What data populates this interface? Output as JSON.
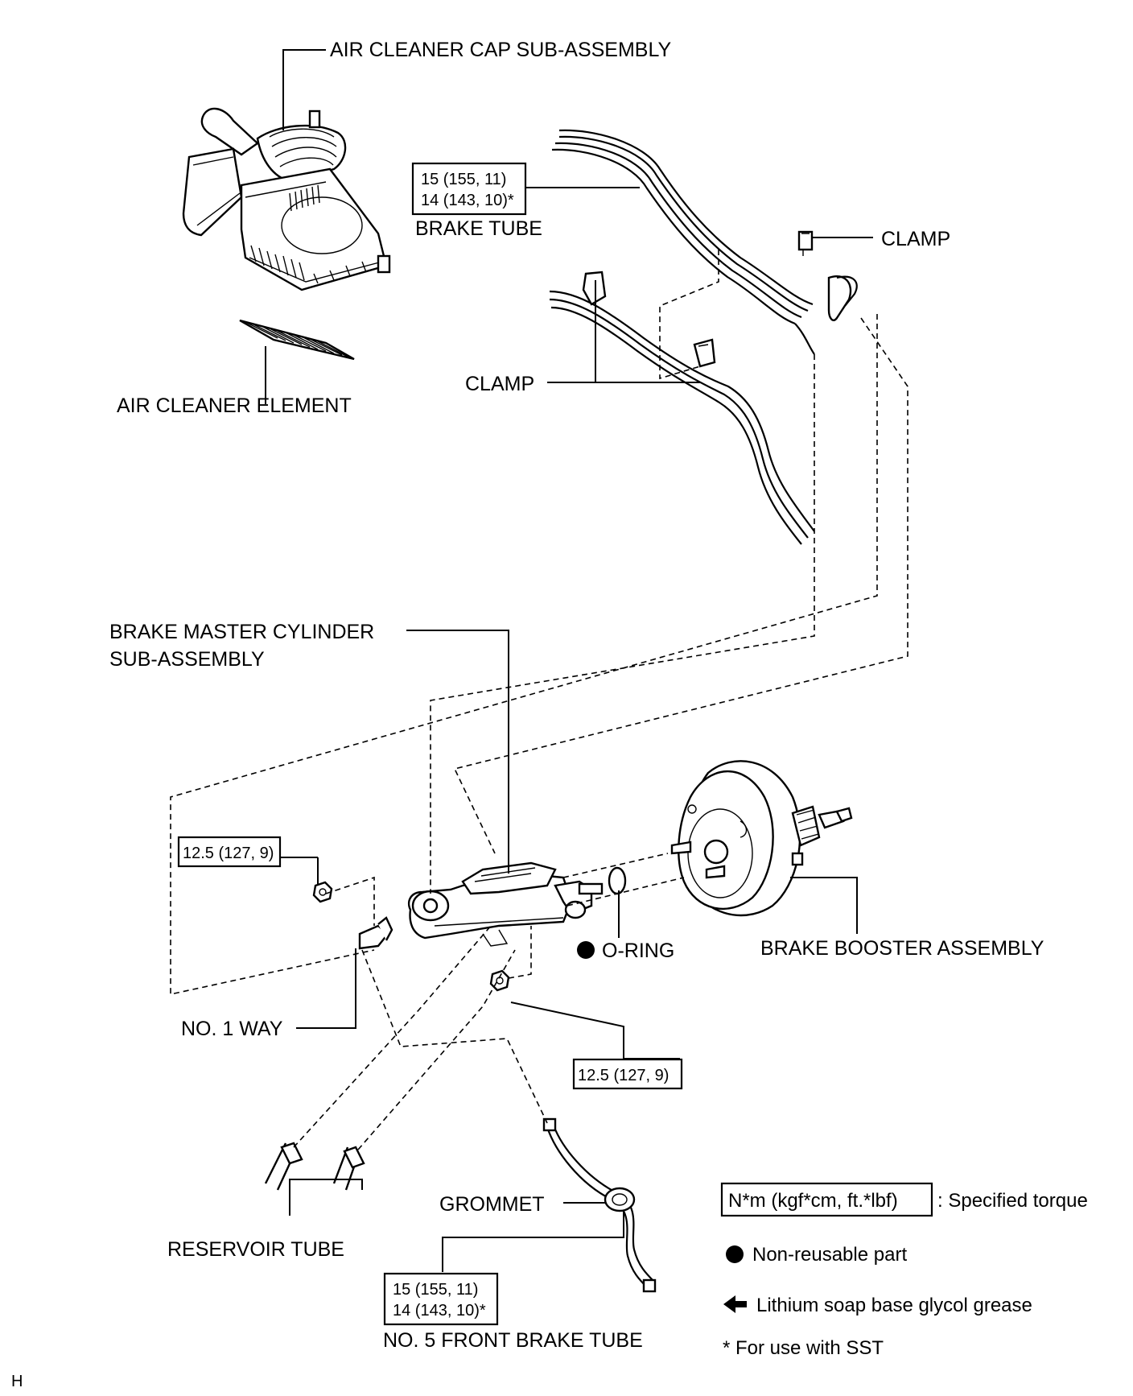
{
  "labels": {
    "air_cleaner_cap": "AIR CLEANER CAP SUB-ASSEMBLY",
    "air_cleaner_element": "AIR CLEANER ELEMENT",
    "brake_tube": "BRAKE TUBE",
    "clamp_upper": "CLAMP",
    "clamp_lower": "CLAMP",
    "master_cylinder_line1": "BRAKE MASTER CYLINDER",
    "master_cylinder_line2": "SUB-ASSEMBLY",
    "o_ring": "O-RING",
    "brake_booster": "BRAKE BOOSTER ASSEMBLY",
    "no1_way": "NO. 1 WAY",
    "reservoir_tube": "RESERVOIR TUBE",
    "grommet": "GROMMET",
    "no5_front_brake_tube": "NO. 5 FRONT BRAKE TUBE",
    "corner_code": "H"
  },
  "torque_specs": {
    "brake_tube_line1": "15 (155, 11)",
    "brake_tube_line2": "14 (143, 10)*",
    "nut_left": "12.5 (127, 9)",
    "nut_right": "12.5 (127, 9)",
    "front_tube_line1": "15 (155, 11)",
    "front_tube_line2": "14 (143, 10)*"
  },
  "legend": {
    "torque_unit": "N*m (kgf*cm, ft.*lbf)",
    "torque_desc": ": Specified torque",
    "non_reusable": "Non-reusable part",
    "grease": "Lithium soap base glycol grease",
    "sst": "* For use with SST"
  }
}
